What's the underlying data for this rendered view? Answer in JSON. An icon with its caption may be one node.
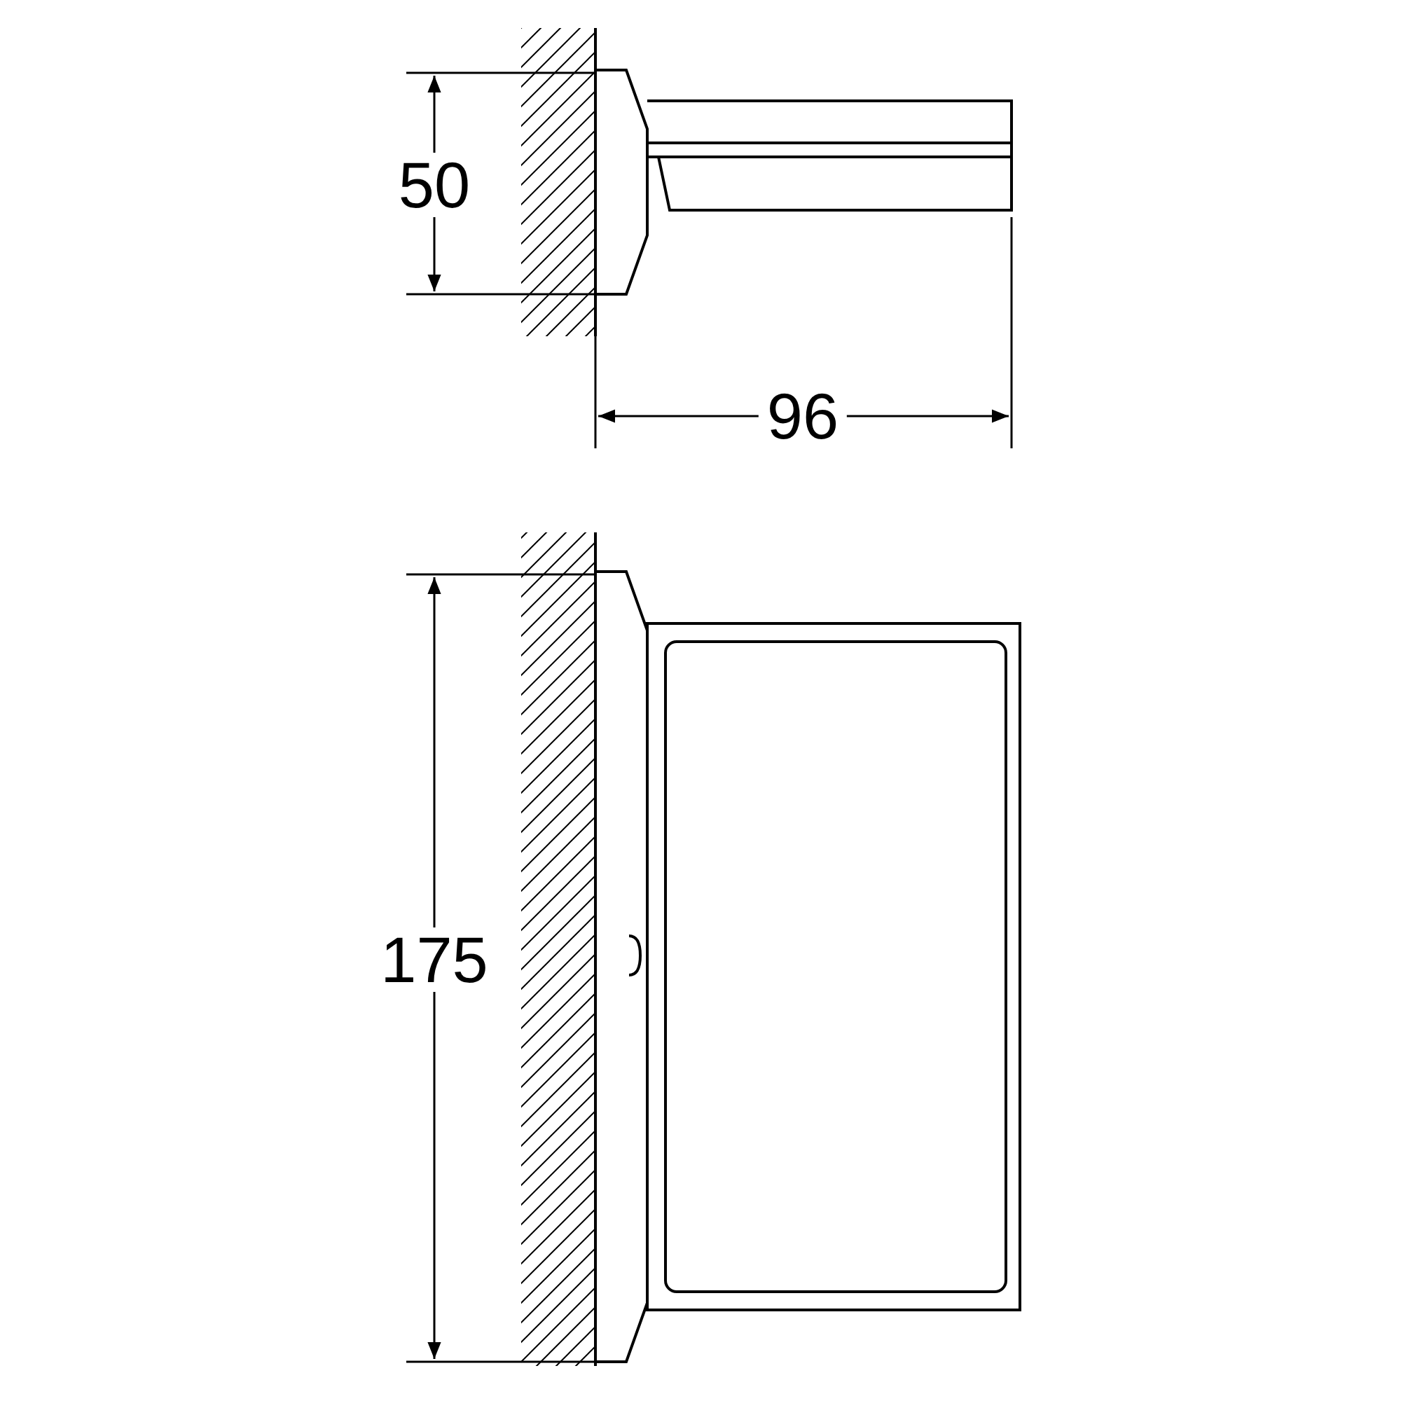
{
  "diagram": {
    "labels": [
      "50",
      "96",
      "175"
    ]
  }
}
